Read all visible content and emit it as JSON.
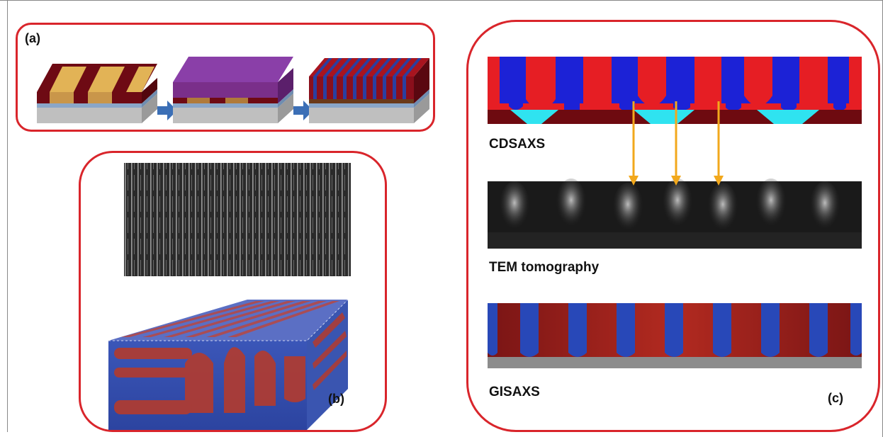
{
  "panels": {
    "a": {
      "label": "(a)"
    },
    "b": {
      "label": "(b)"
    },
    "c": {
      "label": "(c)",
      "rows": [
        {
          "label": "CDSAXS"
        },
        {
          "label": "TEM tomography"
        },
        {
          "label": "GISAXS"
        }
      ]
    }
  },
  "colors": {
    "panel_border": "#d9252b",
    "block_red": "#e61e24",
    "block_blue": "#1c22d6",
    "substrate_cyan": "#2fe3f0",
    "substrate_maroon": "#6e0a10",
    "arrow_orange": "#f2a81c",
    "process_arrow": "#3b6fb6"
  }
}
